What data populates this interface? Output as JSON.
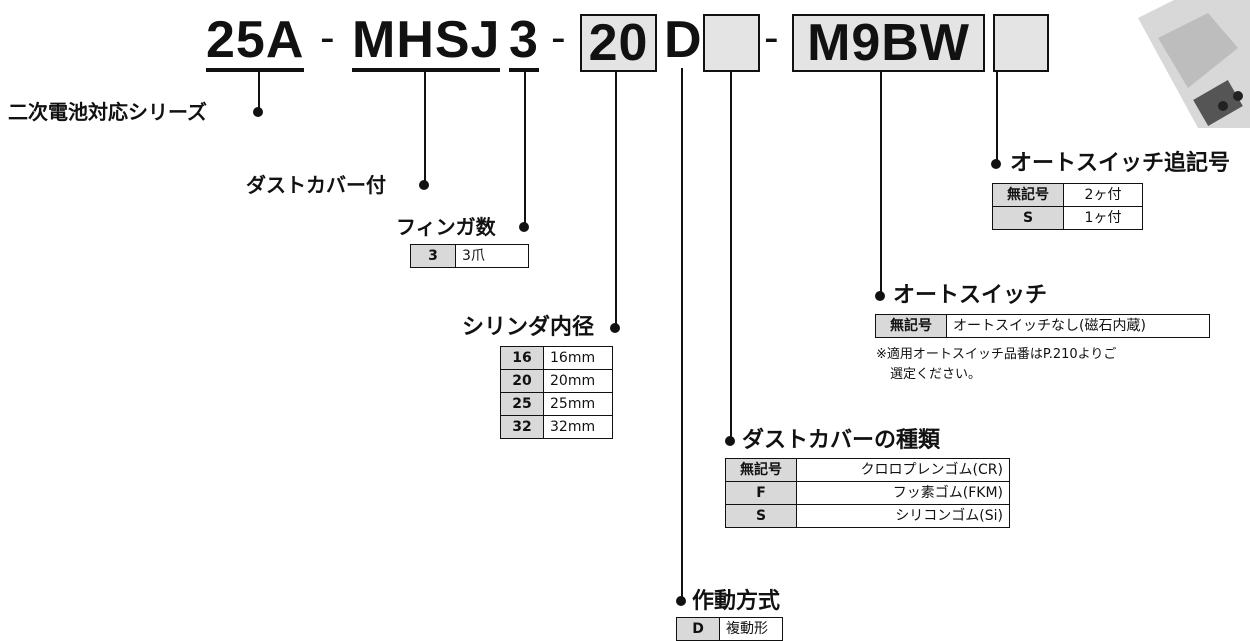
{
  "model_code": {
    "part_25a": "25A",
    "dash1": "-",
    "part_mhsj": "MHSJ",
    "part_3": "3",
    "dash2": "-",
    "part_20": "20",
    "part_d": "D",
    "dash3": "-",
    "part_m9bw": "M9BW"
  },
  "callouts": {
    "series": {
      "label": "二次電池対応シリーズ"
    },
    "dust_cover": {
      "label": "ダストカバー付"
    },
    "fingers": {
      "label": "フィンガ数",
      "rows": [
        {
          "key": "3",
          "value": "3爪"
        }
      ]
    },
    "bore": {
      "label": "シリンダ内径",
      "rows": [
        {
          "key": "16",
          "value": "16mm"
        },
        {
          "key": "20",
          "value": "20mm"
        },
        {
          "key": "25",
          "value": "25mm"
        },
        {
          "key": "32",
          "value": "32mm"
        }
      ]
    },
    "action": {
      "label": "作動方式",
      "rows": [
        {
          "key": "D",
          "value": "複動形"
        }
      ]
    },
    "cover_type": {
      "label": "ダストカバーの種類",
      "rows": [
        {
          "key": "無記号",
          "value": "クロロプレンゴム(CR)"
        },
        {
          "key": "F",
          "value": "フッ素ゴム(FKM)"
        },
        {
          "key": "S",
          "value": "シリコンゴム(Si)"
        }
      ]
    },
    "auto_switch": {
      "label": "オートスイッチ",
      "rows": [
        {
          "key": "無記号",
          "value": "オートスイッチなし(磁石内蔵)"
        }
      ],
      "note_line1": "※適用オートスイッチ品番はP.210よりご",
      "note_line2": "選定ください。"
    },
    "switch_suffix": {
      "label": "オートスイッチ追記号",
      "rows": [
        {
          "key": "無記号",
          "value": "2ヶ付"
        },
        {
          "key": "S",
          "value": "1ヶ付"
        }
      ]
    }
  },
  "colors": {
    "ink": "#111111",
    "key_fill": "#d9d9d9",
    "box_fill": "#e4e4e4"
  }
}
